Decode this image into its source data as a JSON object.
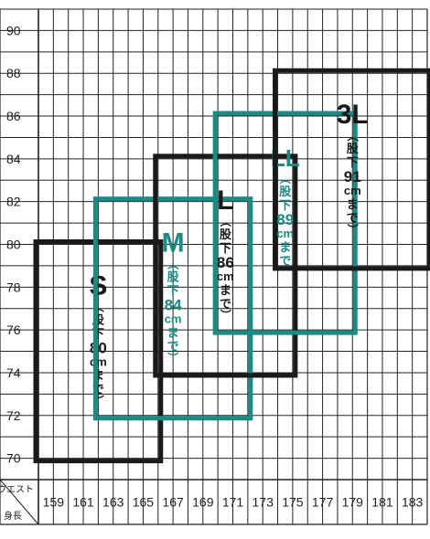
{
  "chart_data": {
    "type": "table",
    "row_axis_label": "ウエスト",
    "col_axis_label": "身長",
    "y_ticks": [
      "90",
      "88",
      "86",
      "84",
      "82",
      "80",
      "78",
      "76",
      "74",
      "72",
      "70"
    ],
    "x_ticks": [
      "159",
      "161",
      "163",
      "165",
      "167",
      "169",
      "171",
      "173",
      "175",
      "177",
      "179",
      "181",
      "183"
    ],
    "ylim": [
      69,
      91
    ],
    "xlim": [
      158,
      184
    ],
    "grid": true,
    "sizes": [
      {
        "size": "S",
        "inseam": [
          "（",
          "股",
          "下",
          "80",
          "cm",
          "ま",
          "で",
          "）"
        ],
        "height_range": [
          158,
          166
        ],
        "waist_range": [
          70,
          80
        ],
        "color": "#1a1a1a"
      },
      {
        "size": "M",
        "inseam": [
          "（",
          "股",
          "下",
          "84",
          "cm",
          "ま",
          "で",
          "）"
        ],
        "height_range": [
          162,
          172
        ],
        "waist_range": [
          72,
          82
        ],
        "color": "#1a8a82"
      },
      {
        "size": "L",
        "inseam": [
          "（",
          "股",
          "下",
          "86",
          "cm",
          "ま",
          "で",
          "）"
        ],
        "height_range": [
          166,
          175
        ],
        "waist_range": [
          74,
          84
        ],
        "color": "#1a1a1a"
      },
      {
        "size": "LL",
        "inseam": [
          "（",
          "股",
          "下",
          "89",
          "cm",
          "ま",
          "で",
          "）"
        ],
        "height_range": [
          170,
          179
        ],
        "waist_range": [
          76,
          86
        ],
        "color": "#1a8a82"
      },
      {
        "size": "3L",
        "inseam": [
          "（",
          "股",
          "下",
          "91",
          "cm",
          "ま",
          "で",
          "）"
        ],
        "height_range": [
          174,
          184
        ],
        "waist_range": [
          79,
          88
        ],
        "color": "#1a1a1a"
      }
    ]
  }
}
